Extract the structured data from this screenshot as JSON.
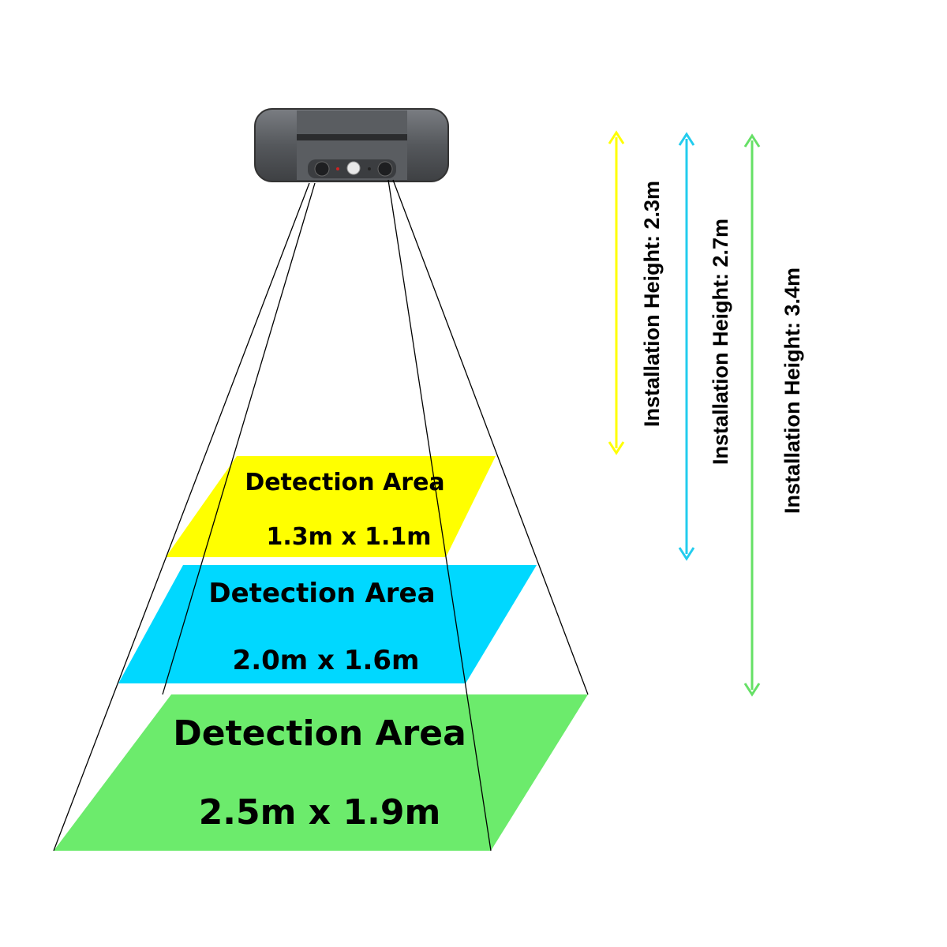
{
  "device": {
    "name": "people-counter-sensor"
  },
  "areas": [
    {
      "title": "Detection Area",
      "size": "1.3m x 1.1m",
      "color": "#ffff00"
    },
    {
      "title": "Detection Area",
      "size": "2.0m x 1.6m",
      "color": "#00d8ff"
    },
    {
      "title": "Detection Area",
      "size": "2.5m x 1.9m",
      "color": "#6ceb6c"
    }
  ],
  "heights": [
    {
      "label": "Installation Height: 2.3m",
      "color": "#ffff00"
    },
    {
      "label": "Installation Height: 2.7m",
      "color": "#22ccee"
    },
    {
      "label": "Installation Height: 3.4m",
      "color": "#66e066"
    }
  ]
}
